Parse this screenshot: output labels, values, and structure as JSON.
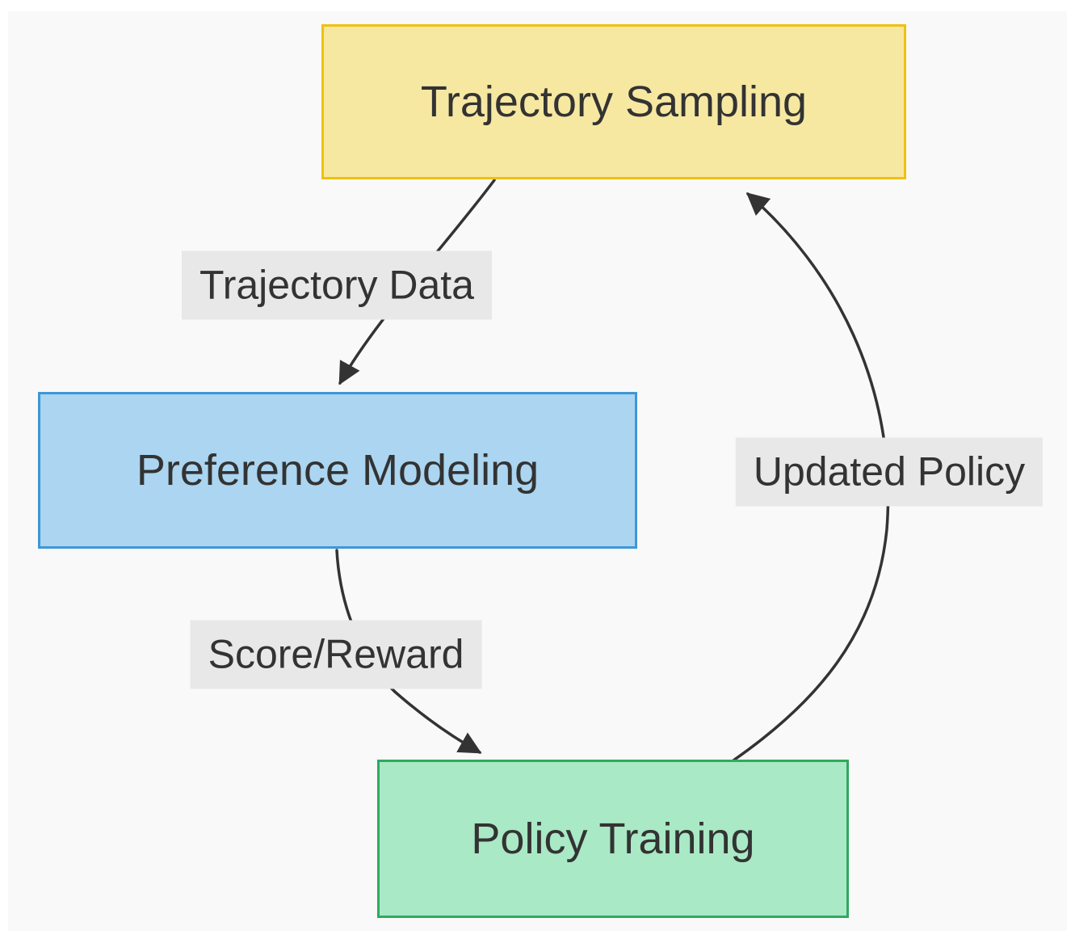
{
  "diagram": {
    "type": "flowchart-cycle",
    "nodes": [
      {
        "id": "trajectory-sampling",
        "label": "Trajectory Sampling",
        "fill": "#f7e8a1",
        "border": "#eec111"
      },
      {
        "id": "preference-modeling",
        "label": "Preference Modeling",
        "fill": "#abd5f0",
        "border": "#3e97d6"
      },
      {
        "id": "policy-training",
        "label": "Policy Training",
        "fill": "#a9e9c5",
        "border": "#30a95e"
      }
    ],
    "edges": [
      {
        "from": "trajectory-sampling",
        "to": "preference-modeling",
        "label": "Trajectory Data"
      },
      {
        "from": "preference-modeling",
        "to": "policy-training",
        "label": "Score/Reward"
      },
      {
        "from": "policy-training",
        "to": "trajectory-sampling",
        "label": "Updated Policy"
      }
    ],
    "style": {
      "edge_color": "#333333",
      "edge_label_bg": "#e8e8e8",
      "text_color": "#333333",
      "canvas_bg": "#f9f9f9",
      "page_bg": "#ffffff"
    }
  }
}
